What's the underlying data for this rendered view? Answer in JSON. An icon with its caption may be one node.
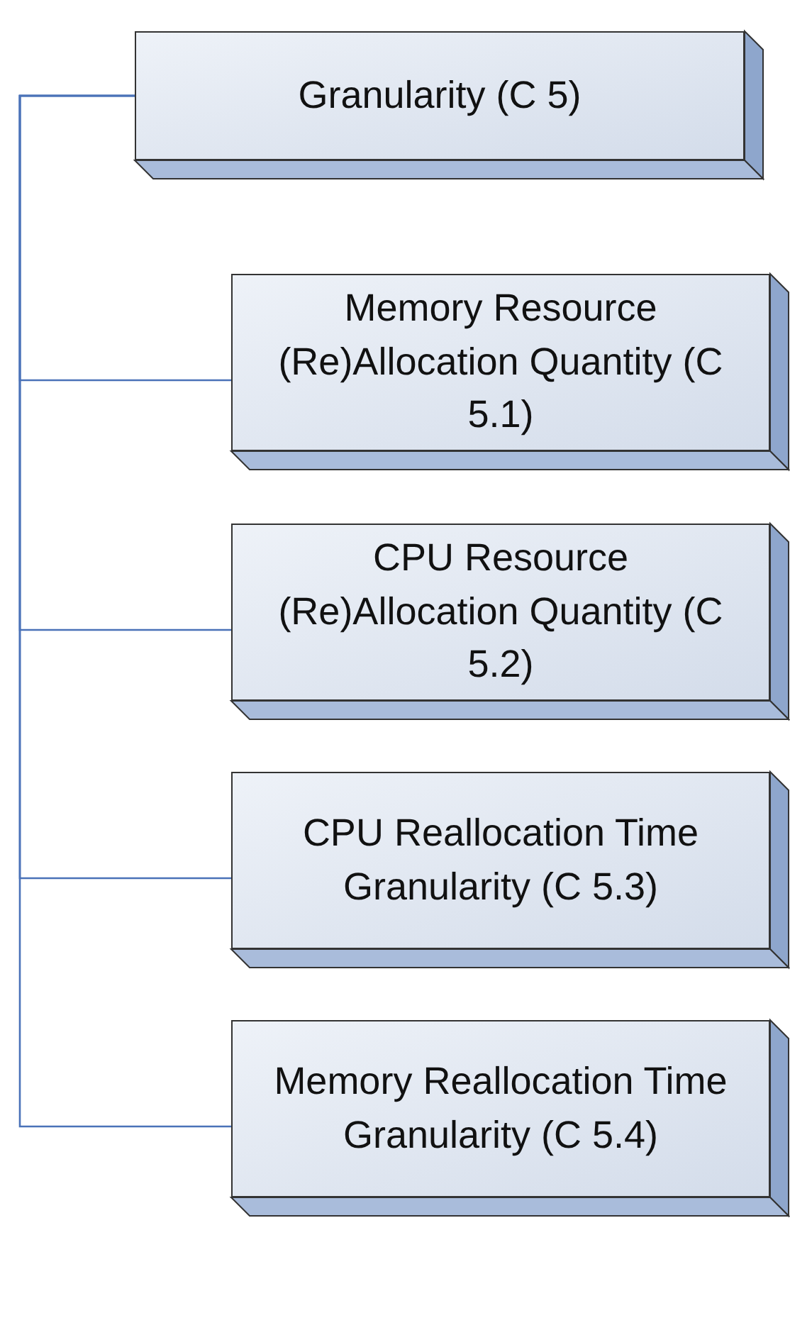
{
  "diagram": {
    "nodes": [
      {
        "text": [
          "Granularity (C 5)"
        ]
      },
      {
        "text": [
          "Memory Resource (Re)Allocation Quantity (C 5.1)"
        ]
      },
      {
        "text": [
          "CPU Resource (Re)Allocation Quantity (C 5.2)"
        ]
      },
      {
        "text": [
          "CPU Reallocation Time Granularity (C 5.3)"
        ]
      },
      {
        "text": [
          "Memory Reallocation Time Granularity (C 5.4)"
        ]
      }
    ],
    "edges": [
      {
        "from": 0,
        "to": 1,
        "arrow": "none"
      },
      {
        "from": 0,
        "to": 2,
        "arrow": "none"
      },
      {
        "from": 0,
        "to": 3,
        "arrow": "none"
      },
      {
        "from": 0,
        "to": 4,
        "arrow": "none"
      }
    ]
  }
}
